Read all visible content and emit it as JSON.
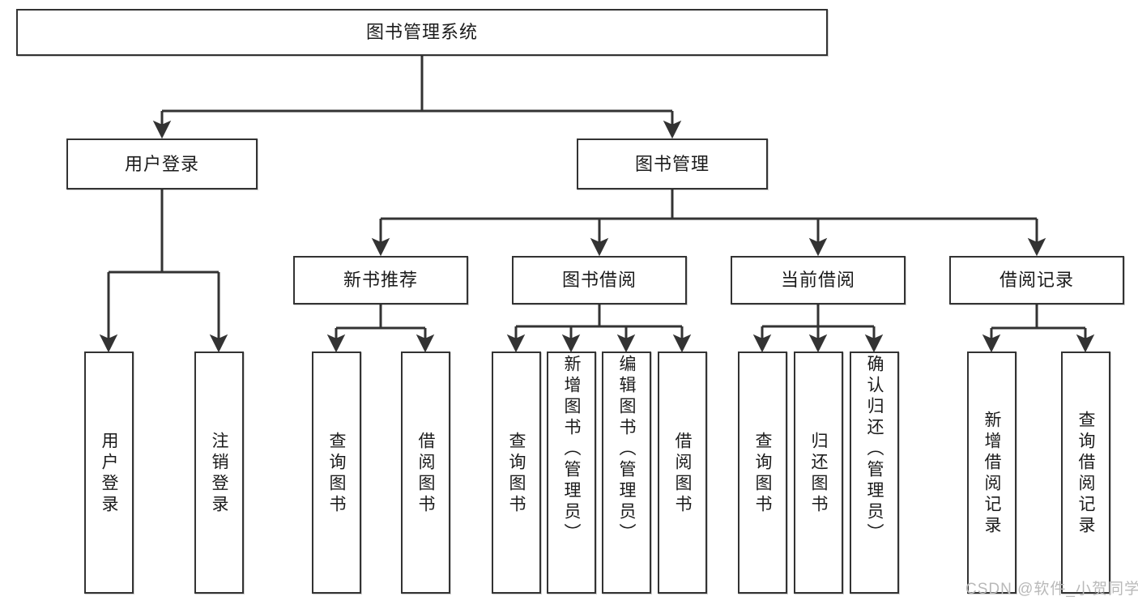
{
  "diagram": {
    "title": "图书管理系统",
    "type": "hierarchy-tree",
    "watermark": "CSDN @软件_小贺同学",
    "colors": {
      "box_border": "#333333",
      "box_fill": "#ffffff",
      "connector": "#333333",
      "text": "#1b1b1b",
      "watermark": "#b9b9b9",
      "background": "#ffffff"
    },
    "root": {
      "label": "图书管理系统",
      "children": [
        {
          "label": "用户登录",
          "children": [
            {
              "label": "用户登录"
            },
            {
              "label": "注销登录"
            }
          ]
        },
        {
          "label": "图书管理",
          "children": [
            {
              "label": "新书推荐",
              "children": [
                {
                  "label": "查询图书"
                },
                {
                  "label": "借阅图书"
                }
              ]
            },
            {
              "label": "图书借阅",
              "children": [
                {
                  "label": "查询图书"
                },
                {
                  "label": "新增图书（管理员）"
                },
                {
                  "label": "编辑图书（管理员）"
                },
                {
                  "label": "借阅图书"
                }
              ]
            },
            {
              "label": "当前借阅",
              "children": [
                {
                  "label": "查询图书"
                },
                {
                  "label": "归还图书"
                },
                {
                  "label": "确认归还（管理员）"
                }
              ]
            },
            {
              "label": "借阅记录",
              "children": [
                {
                  "label": "新增借阅记录"
                },
                {
                  "label": "查询借阅记录"
                }
              ]
            }
          ]
        }
      ]
    },
    "nodes": {
      "root": "图书管理系统",
      "level2": {
        "user_login": "用户登录",
        "book_manage": "图书管理"
      },
      "level3": {
        "new_book_rec": "新书推荐",
        "book_borrow": "图书借阅",
        "current_borrow": "当前借阅",
        "borrow_record": "借阅记录"
      },
      "leaves": {
        "login_1": "用户登录",
        "login_2": "注销登录",
        "rec_1": "查询图书",
        "rec_2": "借阅图书",
        "borrow_1": "查询图书",
        "borrow_2": "新增图书（管理员）",
        "borrow_3": "编辑图书（管理员）",
        "borrow_4": "借阅图书",
        "cur_1": "查询图书",
        "cur_2": "归还图书",
        "cur_3": "确认归还（管理员）",
        "rcd_1": "新增借阅记录",
        "rcd_2": "查询借阅记录"
      }
    }
  }
}
